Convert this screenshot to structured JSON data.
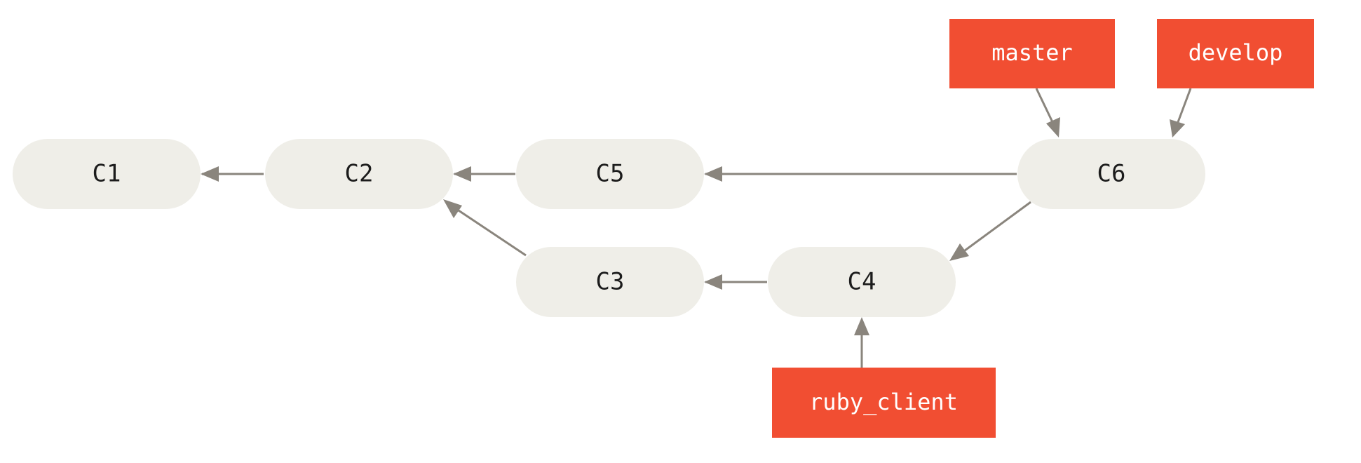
{
  "diagram": {
    "commits": [
      {
        "id": "c1",
        "label": "C1"
      },
      {
        "id": "c2",
        "label": "C2"
      },
      {
        "id": "c5",
        "label": "C5"
      },
      {
        "id": "c6",
        "label": "C6"
      },
      {
        "id": "c3",
        "label": "C3"
      },
      {
        "id": "c4",
        "label": "C4"
      }
    ],
    "branches": [
      {
        "id": "master",
        "label": "master",
        "points_to": "C6"
      },
      {
        "id": "develop",
        "label": "develop",
        "points_to": "C6"
      },
      {
        "id": "ruby-client",
        "label": "ruby_client",
        "points_to": "C4"
      }
    ],
    "parent_links": [
      {
        "from": "C2",
        "to": "C1"
      },
      {
        "from": "C5",
        "to": "C2"
      },
      {
        "from": "C6",
        "to": "C5"
      },
      {
        "from": "C3",
        "to": "C2"
      },
      {
        "from": "C4",
        "to": "C3"
      },
      {
        "from": "C6",
        "to": "C4"
      }
    ],
    "colors": {
      "commit_fill": "#efeee8",
      "branch_fill": "#f14e32",
      "arrow": "#8a857d",
      "commit_text": "#1c1c1c",
      "branch_text": "#ffffff"
    }
  }
}
